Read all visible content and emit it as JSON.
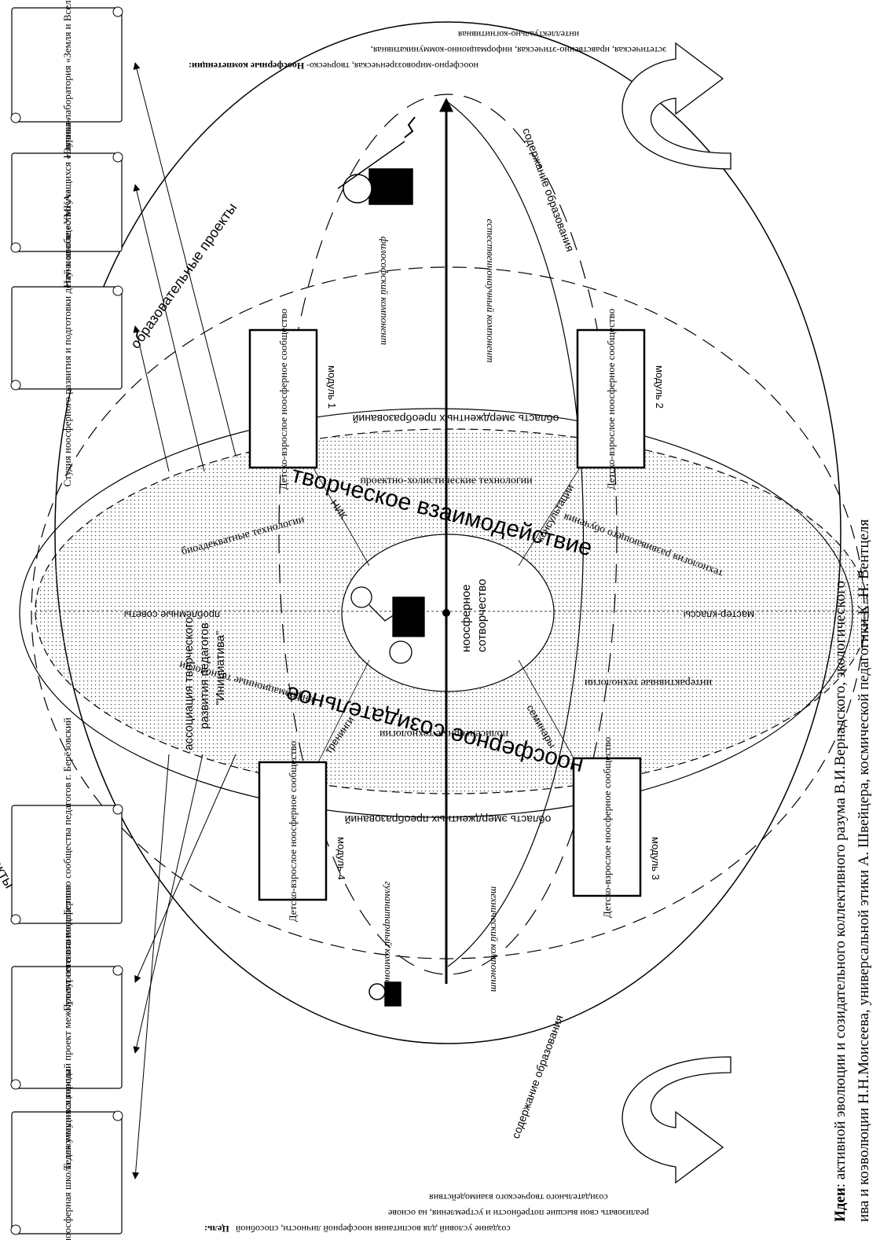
{
  "header": {
    "label": "Ноосферные компетенции:",
    "lines": [
      "ноосферно-мировоззренческая, творческо-",
      "эстетическая, нравственно-этическая, информационно-коммуникативная,",
      "интеллектуально-когнитивная"
    ]
  },
  "footer": {
    "label": "Цель:",
    "lines": [
      "создание условий для воспитания ноосферной личности, способной",
      "реализовать свои высшие потребности и устремления, на основе",
      "созидательного творческого взаимодействия"
    ]
  },
  "idea": {
    "label": "Идеи",
    "line1": ": активной эволюции и созидательного коллективного разума В.И.Вернадского, экологического",
    "line2": "ива и коэволюции Н.Н.Моисеева, универсальной этики А. Швейцера, космической педагогики К. Н. Вентцеля"
  },
  "scrolls": {
    "top": [
      "Научная лаборатория «Земля и Вселенная»",
      "Научное общество учащихся «Эврика»",
      "Студия ноосферного развития и подготовки детей к школе «УМКА»"
    ],
    "bottom": [
      "Проект сетевого ноосферного сообщества педагогов г. Берёзовский",
      "Телекоммуникационный проект межкультурного взаимодействия",
      "Летняя ноосферная школа для учащихся города"
    ]
  },
  "projects": {
    "top": "образовательные проекты",
    "bottom": "образовательные проекты"
  },
  "association": {
    "line1": "ассоциация творческого",
    "line2": "развития педагогов",
    "line3": "\"Инициатива\""
  },
  "center": {
    "big1": "творческое взаимодействие",
    "big2": "ноосферное созидательное",
    "core1": "ноосферное",
    "core2": "сотворчество"
  },
  "modules": {
    "m1": "модуль 1",
    "m2": "модуль 2",
    "m3": "модуль 3",
    "m4": "модуль 4",
    "community": "Детско-взрослое ноосферное сообщество"
  },
  "components": {
    "phil": "философский компонент",
    "nat": "естественнонаучный компонент",
    "hum": "гуманитарный компонент",
    "tech": "технический компонент"
  },
  "education": {
    "top": "содержание образования",
    "bottom": "содержание образования"
  },
  "emergent": "область эмерджентных преобразований",
  "technologies": {
    "holistic": "проектно-холистические технологии",
    "developing": "технология развивающего обучения",
    "bio": "биоадекватные технологии",
    "info": "информационные технологии",
    "integr": "интерактивные технологии",
    "polysensor": "полисенсорные технологии"
  },
  "forms": {
    "nik": "НИК",
    "consult": "консультации",
    "problem": "проблемные советы",
    "master": "мастер-классы",
    "trainings": "тренинги",
    "seminars": "семинары"
  }
}
